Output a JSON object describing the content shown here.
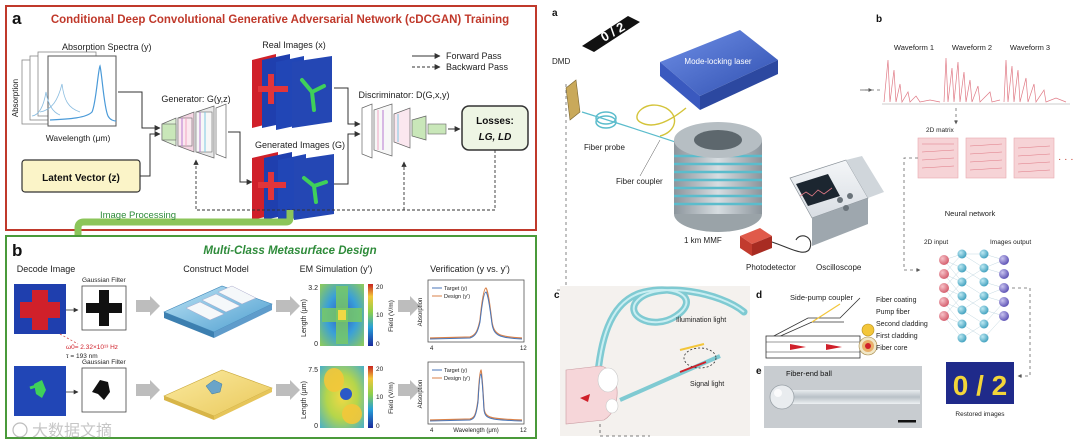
{
  "left": {
    "panel_a": {
      "letter": "a",
      "title": "Conditional Deep Convolutional Generative Adversarial Network (cDCGAN) Training",
      "absorption_spectra": "Absorption Spectra (y)",
      "absorption": "Absorption",
      "wavelength": "Wavelength (μm)",
      "generator": "Generator: G(y,z)",
      "real_images": "Real Images (x)",
      "generated_images": "Generated Images (G)",
      "discriminator": "Discriminator: D(G,x,y)",
      "forward_pass": "Forward Pass",
      "backward_pass": "Backward Pass",
      "latent_vector": "Latent Vector (z)",
      "losses": "Losses:",
      "losses_terms": "LG, LD"
    },
    "image_processing": "Image Processing",
    "panel_b": {
      "letter": "b",
      "title": "Multi-Class Metasurface Design",
      "col_decode": "Decode Image",
      "col_construct": "Construct Model",
      "col_em": "EM Simulation (y')",
      "col_verify": "Verification (y vs. y')",
      "gaussian_filter_1": "Gaussian Filter",
      "gaussian_filter_2": "Gaussian Filter",
      "omega": "ω0= 2.32×10¹³ Hz",
      "tau": "τ = 193 nm",
      "length_um": "Length (μm)",
      "field": "Field (V/m)",
      "em1_top": "3.2",
      "em1_bottom": "0",
      "em1_cb_top": "20",
      "em1_cb_mid": "10",
      "em1_cb_bottom": "0",
      "em2_top": "7.5",
      "em2_bottom": "0",
      "em2_cb_top": "20",
      "em2_cb_mid": "10",
      "em2_cb_bottom": "0",
      "target": "Target (y)",
      "design": "Design (y')",
      "v1_xmin": "4",
      "v1_xmax": "12",
      "v2_xmin": "4",
      "v2_xmax": "12",
      "v_absorption": "Absorption",
      "v_wavelength": "Wavelength (μm)"
    },
    "watermark": "大数据文摘"
  },
  "right": {
    "a": {
      "letter": "a",
      "dmd": "DMD",
      "laser": "Mode-locking laser",
      "fiber_probe": "Fiber probe",
      "fiber_coupler": "Fiber coupler",
      "mmf": "1 km MMF",
      "photodetector": "Photodetector",
      "oscilloscope": "Oscilloscope",
      "digits": "0 / 2"
    },
    "b": {
      "letter": "b",
      "waveform1": "Waveform 1",
      "waveform2": "Waveform 2",
      "waveform3": "Waveform 3",
      "matrix": "2D matrix",
      "neural_network": "Neural network",
      "input": "2D input",
      "output": "Images output",
      "restored": "Restored images",
      "restored_digits": "0 / 2",
      "dots": "· · ·"
    },
    "c": {
      "letter": "c",
      "illumination": "Illumination light",
      "signal": "Signal light"
    },
    "d": {
      "letter": "d",
      "side_pump": "Side-pump coupler",
      "fiber_coating": "Fiber coating",
      "pump_fiber": "Pump fiber",
      "second_cladding": "Second cladding",
      "first_cladding": "First cladding",
      "fiber_core": "Fiber core"
    },
    "e": {
      "letter": "e",
      "fiber_end_ball": "Fiber-end ball"
    }
  },
  "colors": {
    "panel_a_border": "#c0392b",
    "panel_b_border": "#4a9a3a",
    "title_red": "#c0392b",
    "title_green": "#2e8b3a",
    "latent_fill": "#fbf4c8",
    "losses_fill": "#eef5e4",
    "laser_blue": "#4a6fd0",
    "fiber_teal": "#5bbccc",
    "waveform_red": "#e07a86"
  }
}
